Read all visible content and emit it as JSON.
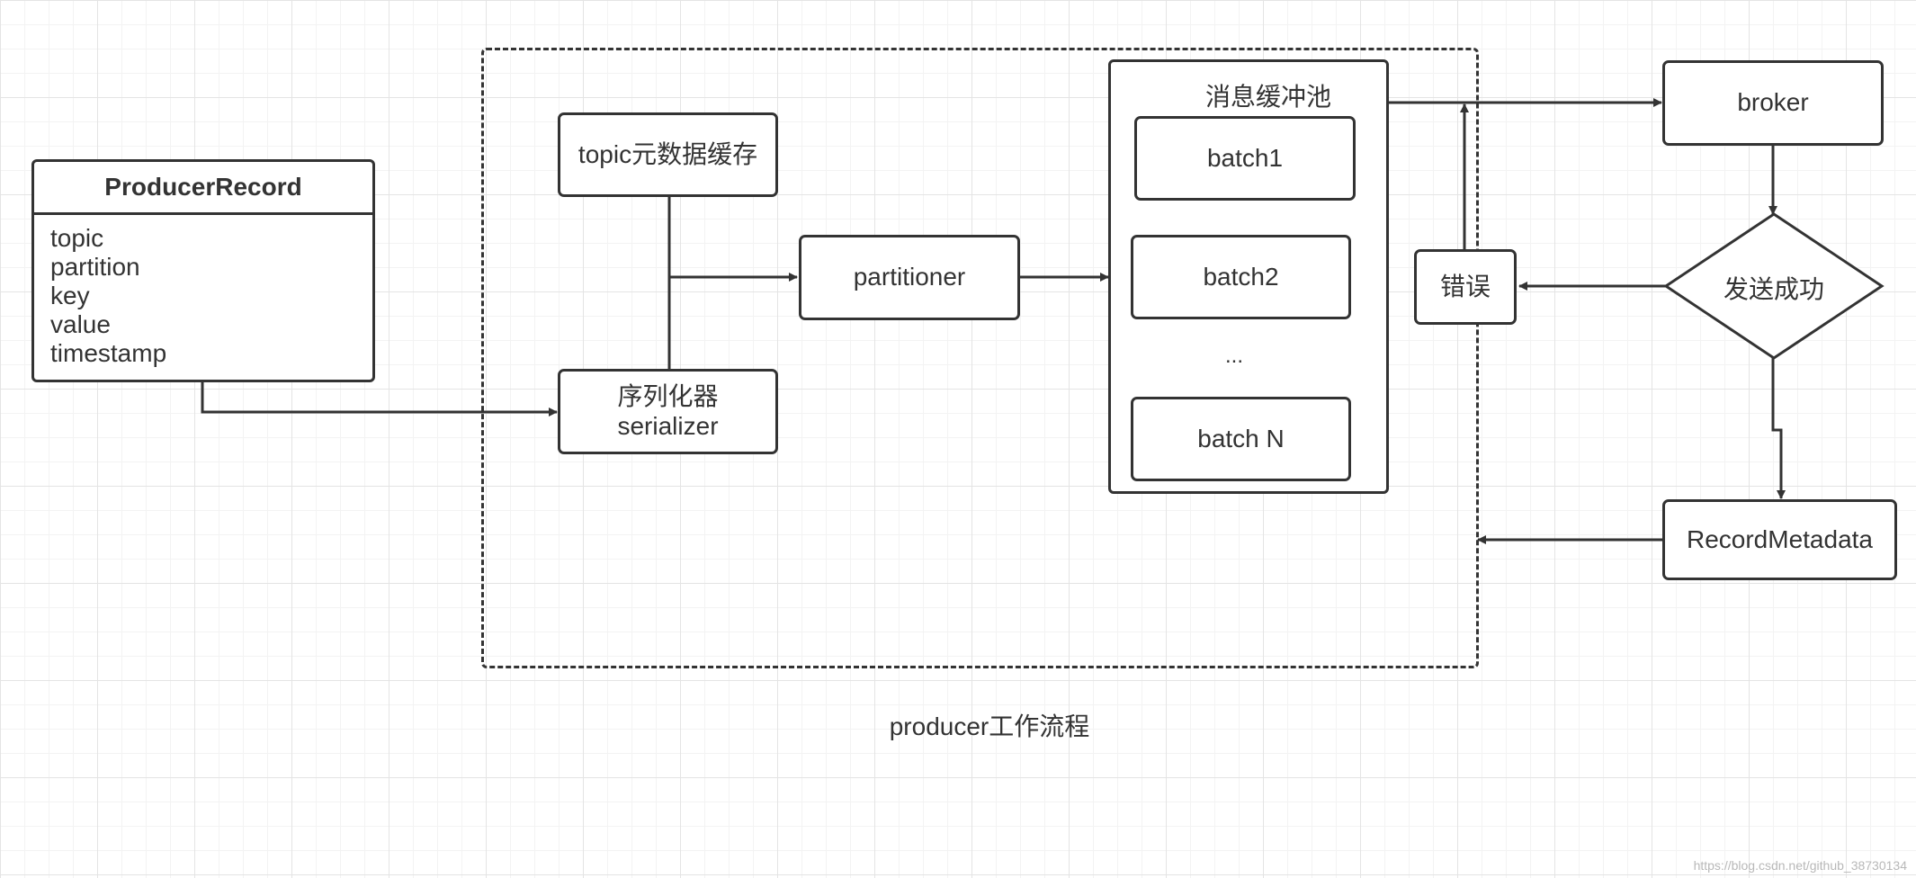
{
  "diagram": {
    "caption": "producer工作流程",
    "producer_record": {
      "title": "ProducerRecord",
      "fields": [
        "topic",
        "partition",
        "key",
        "value",
        "timestamp"
      ]
    },
    "topic_cache": "topic元数据缓存",
    "serializer": {
      "line1": "序列化器",
      "line2": "serializer"
    },
    "partitioner": "partitioner",
    "buffer_pool": {
      "title": "消息缓冲池",
      "batches": [
        "batch1",
        "batch2",
        "batch N"
      ],
      "ellipsis": "..."
    },
    "broker": "broker",
    "decision": "发送成功",
    "error": "错误",
    "metadata": "RecordMetadata"
  },
  "watermark": "https://blog.csdn.net/github_38730134",
  "colors": {
    "stroke": "#333333",
    "grid": "#e4e4e4",
    "background": "#ffffff"
  }
}
